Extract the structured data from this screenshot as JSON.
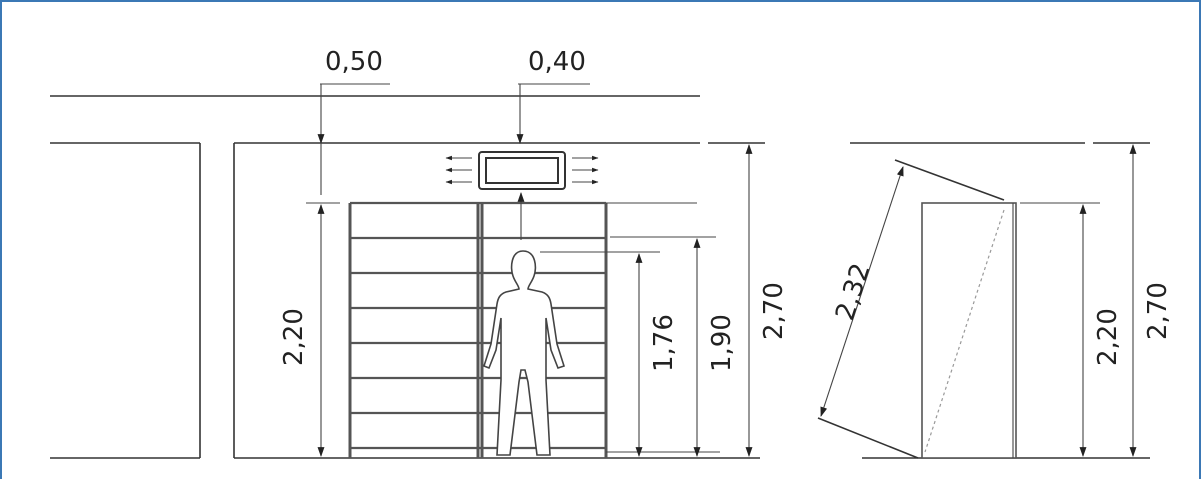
{
  "dimensions": {
    "top_offset_left": "0,50",
    "top_offset_right": "0,40",
    "rack_height": "2,20",
    "person_height": "1,76",
    "clear_height": "1,90",
    "room_height_front": "2,70",
    "diagonal": "2,32",
    "rack_height_side": "2,20",
    "room_height_side": "2,70"
  },
  "colors": {
    "frame_border": "#3b78b5",
    "line": "#333333",
    "shelf": "#555555"
  },
  "icons": [
    "person-silhouette-icon",
    "air-vent-icon"
  ]
}
